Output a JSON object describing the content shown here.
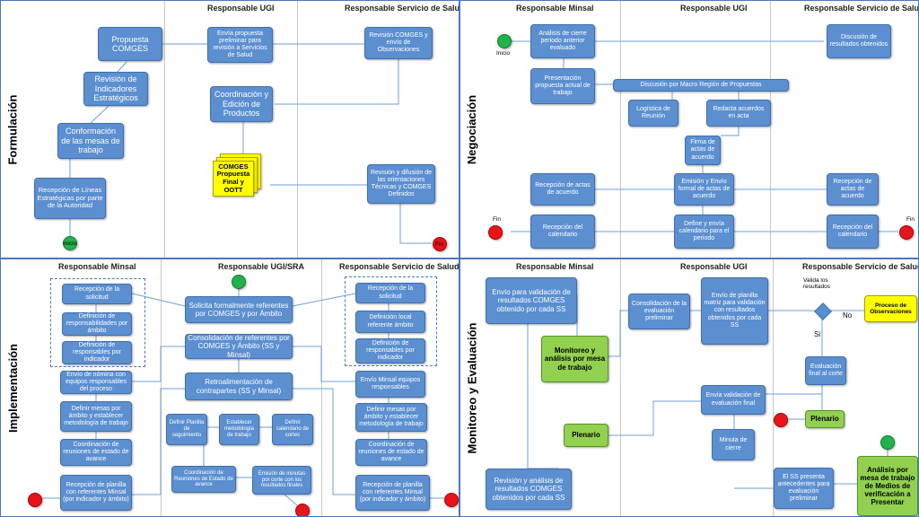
{
  "colors": {
    "box_fill": "#5b8fd0",
    "green_box": "#92d050",
    "yellow_box": "#ffff00",
    "start": "#21b24b",
    "end": "#e8141c",
    "border": "#4a78b8"
  },
  "formulacion": {
    "side": "Formulación",
    "headers": {
      "ugi": "Responsable UGI",
      "ss": "Responsable Servicio de Salud"
    },
    "boxes": {
      "propuesta": "Propuesta COMGES",
      "revision_ind": "Revisión de Indicadores Estratégicos",
      "conformacion": "Conformación de las mesas de trabajo",
      "recepcion_lineas": "Recepción de Líneas Estratégicas por parte de la Autoridad",
      "envia_prop": "Envía propuesta preliminar para revisión a Servicios de Salud",
      "coordinacion": "Coordinación y Edición de Productos",
      "revision_comges": "Revisión COMGES y envío de Observaciones",
      "revision_difusion": "Revisión y difusión de las orientaciones Técnicas y COMGES Definidos",
      "comges_final": "COMGES Propuesta Final y OOTT"
    },
    "inicio": "Inicio",
    "fin": "Fin"
  },
  "negociacion": {
    "side": "Negociación",
    "headers": {
      "minsal": "Responsable Minsal",
      "ugi": "Responsable UGI",
      "ss": "Responsable Servicio de Salud"
    },
    "boxes": {
      "analisis": "Análisis de cierre periodo anterior evaluado",
      "discusion_res": "Discusión de resultados obtenidos",
      "presentacion": "Presentación propuesta actual de trabajo",
      "macro": "Discusión por Macro Región de Propuestas",
      "logistica": "Logística de Reunión",
      "redacta": "Redacta acuerdos en acta",
      "firma": "Firma de actas de acuerdo",
      "recepcion_actas_m": "Recepción de actas de acuerdo",
      "emision": "Emisión y Envío formal de actas de acuerdo",
      "recepcion_actas_s": "Recepción de actas de acuerdo",
      "recepcion_cal_m": "Recepción del calendario",
      "define_cal": "Define y envía calendario para el periodo",
      "recepcion_cal_s": "Recepción del calendario"
    },
    "inicio": "Inicio",
    "fin_left": "Fin",
    "fin_right": "Fin"
  },
  "implementacion": {
    "side": "Implementación",
    "headers": {
      "minsal": "Responsable Minsal",
      "ugi": "Responsable UGI/SRA",
      "ss": "Responsable Servicio de Salud"
    },
    "boxes": {
      "m_recepcion": "Recepción de la solicitud",
      "m_definicion_resp": "Definición de responsabilidades por ámbito",
      "m_definicion_ind": "Definición de responsables por indicador",
      "m_envio_nomina": "Envío de nómina con equipos responsables del proceso",
      "m_definir_mesas": "Definir mesas por ámbito y establecer metodología de trabajo",
      "m_coordinacion": "Coordinación de reuniones de estado de avance",
      "m_recepcion_planilla": "Recepción de planilla con referentes Minsal (por indicador y ámbito)",
      "u_solicita": "Solicita formalmente referentes por COMGES y por Ámbito",
      "u_consolidacion": "Consolidación de referentes por COMGES y Ámbito (SS y Minsal)",
      "u_retro": "Retroalimentación de contrapartes (SS y Minsal)",
      "u_definir_planilla": "Definir Planilla de seguimiento",
      "u_establecer": "Establecer metodología de trabajo",
      "u_definir_cal": "Definir calendario de cortes",
      "u_coord_reuniones": "Coordinación de Reuniones de Estado de avance",
      "u_emision": "Emisión de minutas por corte con los resultados finales",
      "s_recepcion": "Recepción de la solicitud",
      "s_definicion_local": "Definición local referente ámbito",
      "s_definicion_resp": "Definición de responsables por indicador",
      "s_envio": "Envío Minsal equipos responsables",
      "s_definir_mesas": "Definir mesas por ámbito y establecer metodología de trabajo",
      "s_coordinacion": "Coordinación de reuniones de estado de avance",
      "s_recepcion_planilla": "Recepción de planilla con referentes Minsal (por indicador y ámbito)"
    }
  },
  "monitoreo": {
    "side": "Monitoreo y Evaluación",
    "headers": {
      "minsal": "Responsable Minsal",
      "ugi": "Responsable UGI",
      "ss": "Responsable Servicio de Salud"
    },
    "boxes": {
      "envio_validacion": "Envío para validación de resultados COMGES obtenido por cada SS",
      "monitoreo": "Monitoreo y análisis por mesa de trabajo",
      "consolidacion": "Consolidación de la evaluación preliminar",
      "envio_planilla": "Envío de planilla matriz para validación con resultados obtenidos por cada SS",
      "proceso_obs": "Proceso de Observaciones",
      "evaluacion_final": "Evaluación final al corte",
      "envia_validacion": "Envía validación de evaluación final",
      "plenario_ss": "Plenario",
      "plenario_m": "Plenario",
      "minuta": "Minuta de cierre",
      "revision": "Revisión y análisis de resultados COMGES obtenidos por cada SS",
      "ss_presenta": "El SS presenta antecedentes para evaluación preliminar",
      "analisis_mesa": "Análisis por mesa de trabajo de Medios de verificación a Presentar"
    },
    "valida": "Valida los resultados",
    "no": "No",
    "si": "Si"
  }
}
